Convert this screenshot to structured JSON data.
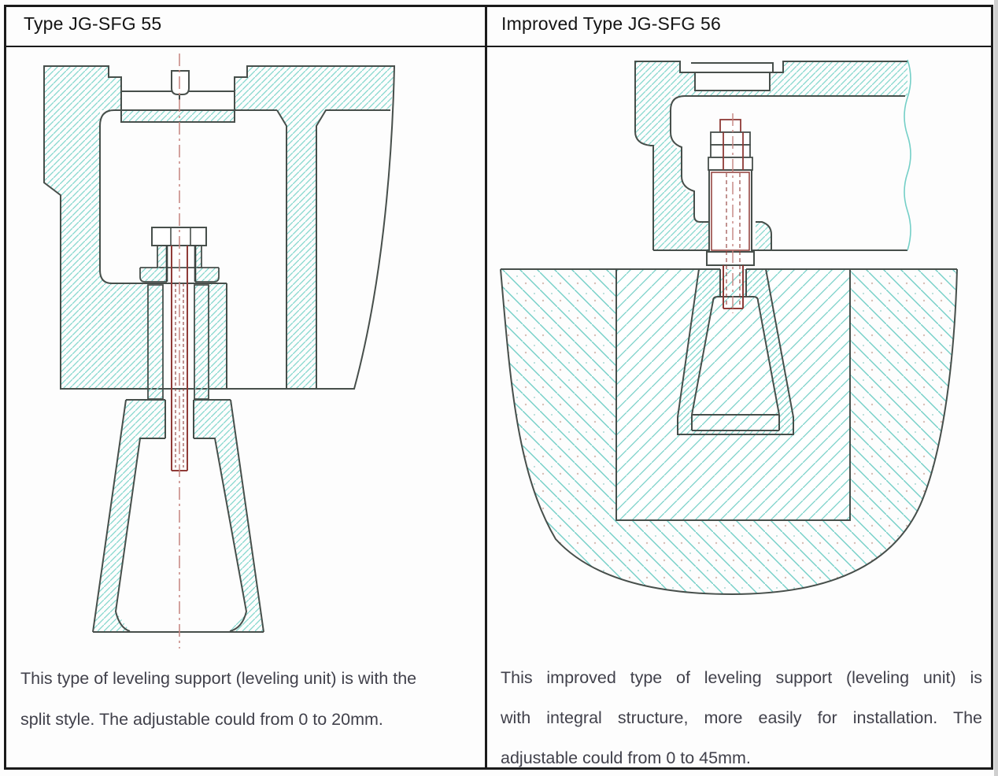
{
  "columns": [
    {
      "header": "Type JG-SFG 55",
      "description_lines": [
        "This type of leveling support (leveling unit) is with the",
        "split style. The adjustable could from 0 to 20mm."
      ]
    },
    {
      "header": "Improved Type JG-SFG 56",
      "description_lines": [
        "This improved type of leveling support (leveling unit) is",
        "with integral structure, more easily for installation. The",
        "adjustable could from 0 to 45mm."
      ]
    }
  ],
  "colors": {
    "hatch_teal": "#85d7ce",
    "concrete_teal": "#74cfc7",
    "outline_dark": "#474f4b",
    "centerline_red": "#c5837f",
    "bolt_red": "#8f3b37",
    "border_black": "#1b1b1b",
    "text_gray": "#41414b"
  }
}
